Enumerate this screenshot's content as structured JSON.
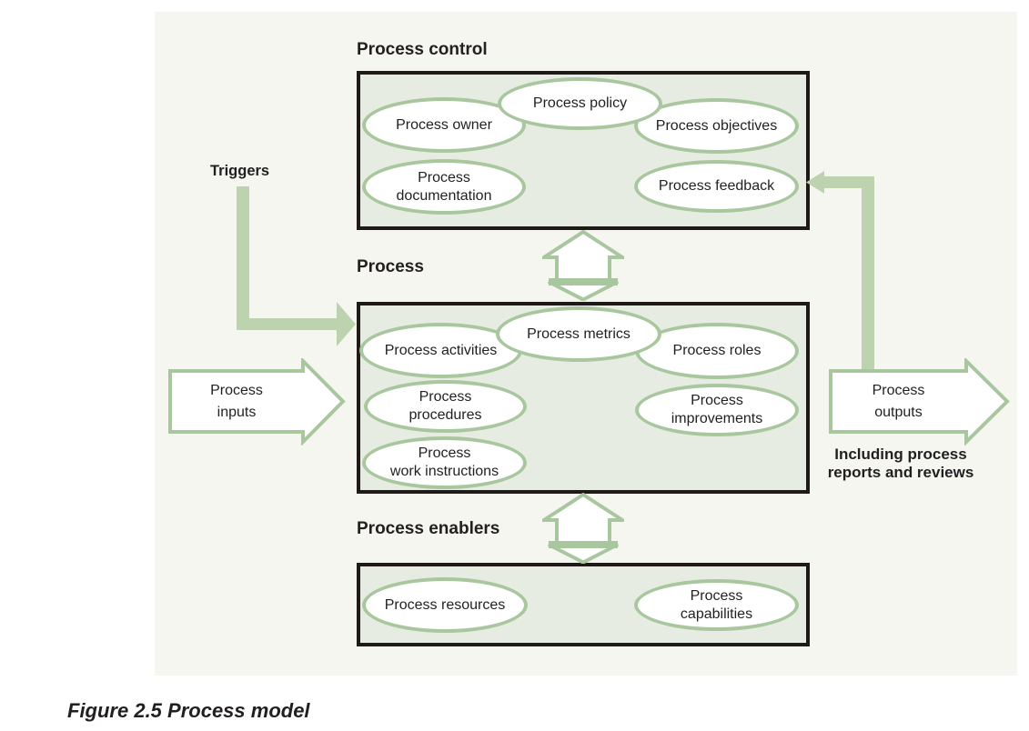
{
  "colors": {
    "panel_bg": "#f5f6f0",
    "box_fill": "#e6ece1",
    "box_border": "#1f1a17",
    "sage": "#a9c79e",
    "arrow_fill": "#bdd3b0",
    "text": "#231f20"
  },
  "sections": [
    {
      "title": "Process control",
      "ellipses": [
        {
          "lines": [
            "Process owner"
          ]
        },
        {
          "lines": [
            "Process policy"
          ]
        },
        {
          "lines": [
            "Process objectives"
          ]
        },
        {
          "lines": [
            "Process",
            "documentation"
          ]
        },
        {
          "lines": [
            "Process feedback"
          ]
        }
      ]
    },
    {
      "title": "Process",
      "ellipses": [
        {
          "lines": [
            "Process activities"
          ]
        },
        {
          "lines": [
            "Process metrics"
          ]
        },
        {
          "lines": [
            "Process roles"
          ]
        },
        {
          "lines": [
            "Process",
            "procedures"
          ]
        },
        {
          "lines": [
            "Process",
            "improvements"
          ]
        },
        {
          "lines": [
            "Process",
            "work instructions"
          ]
        }
      ]
    },
    {
      "title": "Process enablers",
      "ellipses": [
        {
          "lines": [
            "Process resources"
          ]
        },
        {
          "lines": [
            "Process",
            "capabilities"
          ]
        }
      ]
    }
  ],
  "flows": {
    "triggers": "Triggers",
    "inputs": {
      "lines": [
        "Process",
        "inputs"
      ]
    },
    "outputs": {
      "lines": [
        "Process",
        "outputs"
      ]
    },
    "outputs_note": {
      "lines": [
        "Including process",
        "reports and reviews"
      ]
    }
  },
  "figure": {
    "caption": "Figure 2.5 Process model"
  }
}
